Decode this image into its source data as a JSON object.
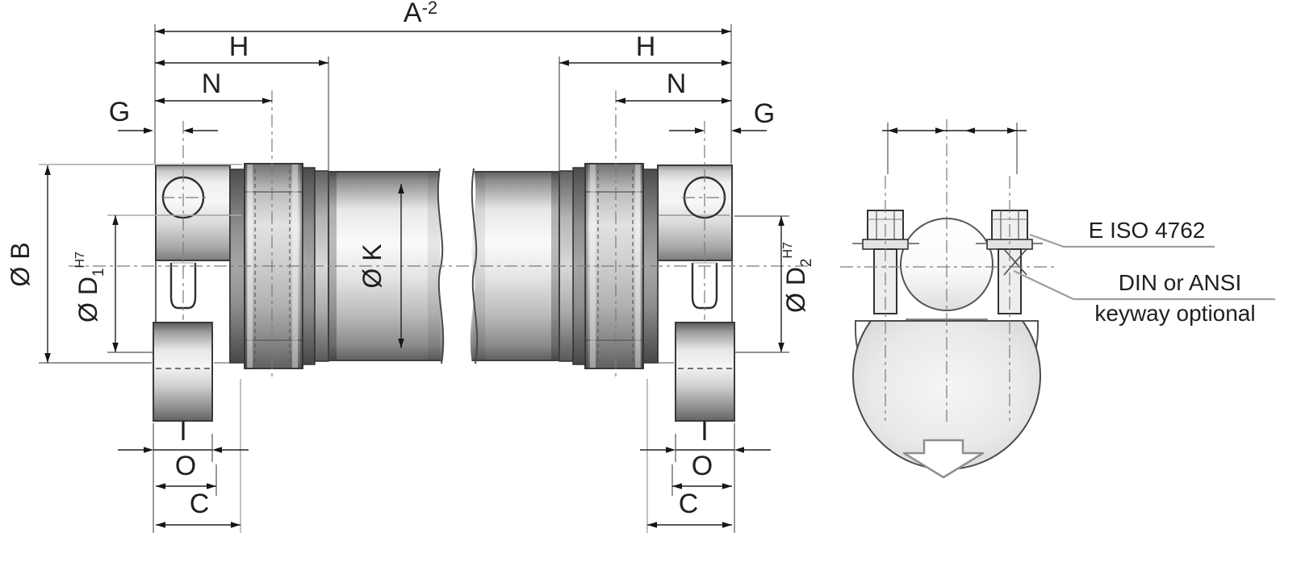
{
  "drawing": {
    "title": "bellows coupling dimensional drawing",
    "side_view": {
      "dim_overall": {
        "base": "A",
        "sup": "-2"
      },
      "dim_hub_bellows": "H",
      "dim_hub_to_bellows_center": "N",
      "dim_screw_to_face": "G",
      "dim_outer_dia": "Ø B",
      "dim_bore1": {
        "base": "Ø D",
        "sub": "1",
        "sup": "H7"
      },
      "dim_bore2": {
        "base": "Ø D",
        "sub": "2",
        "sup": "H7"
      },
      "dim_tube_dia": "Ø K",
      "dim_clamp_width": "I",
      "dim_clamp_offset": "O",
      "dim_hub_length": "C"
    },
    "end_view": {
      "note_screw": "E ISO 4762",
      "note_keyway_line1": "DIN or ANSI",
      "note_keyway_line2": "keyway optional"
    },
    "colors": {
      "background": "#ffffff",
      "outline": "#3a3a3a",
      "dimension": "#1f1f1f",
      "leader": "#9f9f9f",
      "hatch": "#8f8f8f"
    }
  }
}
